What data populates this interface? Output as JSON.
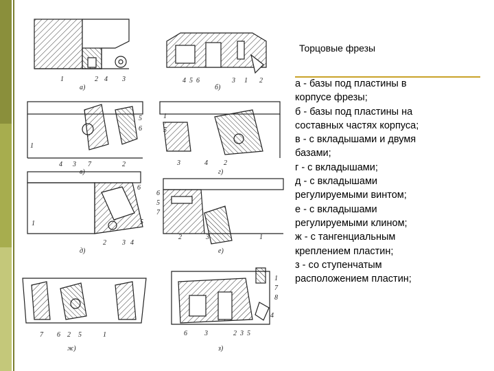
{
  "theme": {
    "bar_top": "#8a8f3b",
    "bar_mid": "#a7ad4e",
    "bar_bot": "#c4c87a",
    "bar_line": "#7a7e2e",
    "rule": "#c9a227"
  },
  "slide": {
    "title": "Торцовые фрезы",
    "description_lines": [
      "а - базы под пластины в",
      "корпусе фрезы;",
      "б - базы под пластины на",
      "составных частях корпуса;",
      "в - с вкладышами и двумя",
      "базами;",
      "г - с вкладышами;",
      "д - с вкладышами",
      "регулируемыми винтом;",
      "е - с вкладышами",
      "регулируемыми клином;",
      "ж - с тангенциальным",
      "креплением пластин;",
      "з - со ступенчатым",
      "расположением пластин;"
    ]
  },
  "figure": {
    "captions": {
      "a": "а)",
      "b": "б)",
      "v": "в)",
      "g": "г)",
      "d": "д)",
      "e": "е)",
      "zh": "ж)",
      "z": "з)"
    },
    "labels": {
      "a": [
        "1",
        "2",
        "4",
        "3"
      ],
      "b": [
        "4",
        "5",
        "6",
        "3",
        "1",
        "2"
      ],
      "v": [
        "1",
        "4",
        "3",
        "7",
        "2",
        "5",
        "6"
      ],
      "g": [
        "1",
        "5",
        "3",
        "4",
        "2"
      ],
      "d": [
        "1",
        "6",
        "2",
        "3",
        "4",
        "5"
      ],
      "e": [
        "6",
        "5",
        "7",
        "2",
        "3",
        "1"
      ],
      "zh": [
        "7",
        "6",
        "2",
        "5",
        "1"
      ],
      "z": [
        "6",
        "3",
        "2",
        "3",
        "5",
        "1",
        "7",
        "8",
        "4"
      ]
    }
  }
}
